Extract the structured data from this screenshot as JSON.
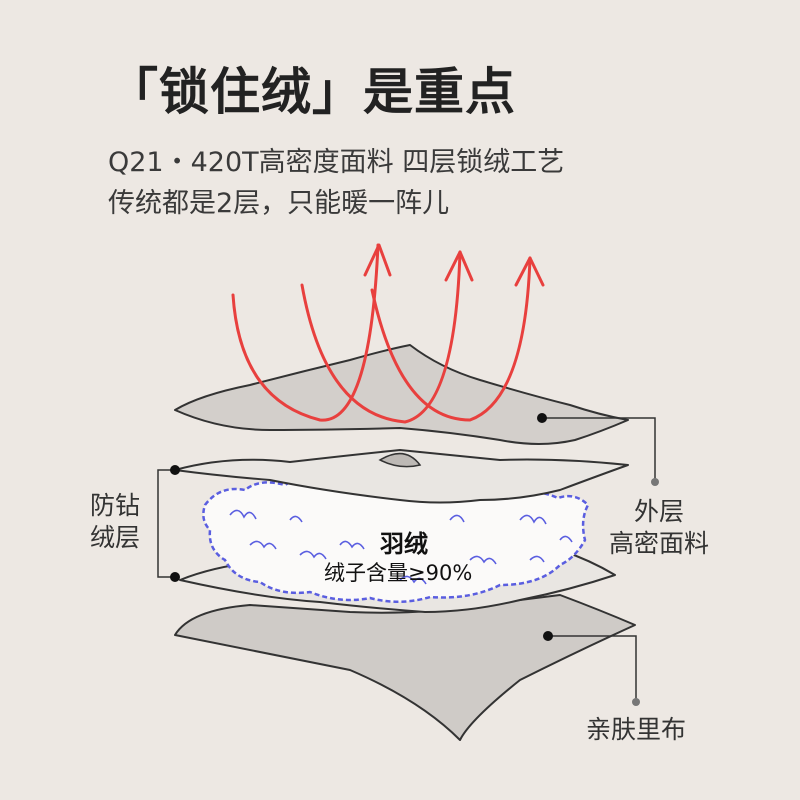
{
  "header": {
    "title": "「锁住绒」是重点",
    "subtitle_line1": "Q21・420T高密度面料 四层锁绒工艺",
    "subtitle_line2": "传统都是2层，只能暖一阵儿"
  },
  "labels": {
    "left_line1": "防钻",
    "left_line2": "绒层",
    "right_top_line1": "外层",
    "right_top_line2": "高密面料",
    "bottom_right": "亲肤里布",
    "center_title": "羽绒",
    "center_sub": "绒子含量≥90%"
  },
  "colors": {
    "background": "#ede8e3",
    "heat_arrow": "#e8403e",
    "down_fill": "#6a6ee0",
    "fabric_fill": "#cfcbc7",
    "leader_line": "#333333"
  }
}
